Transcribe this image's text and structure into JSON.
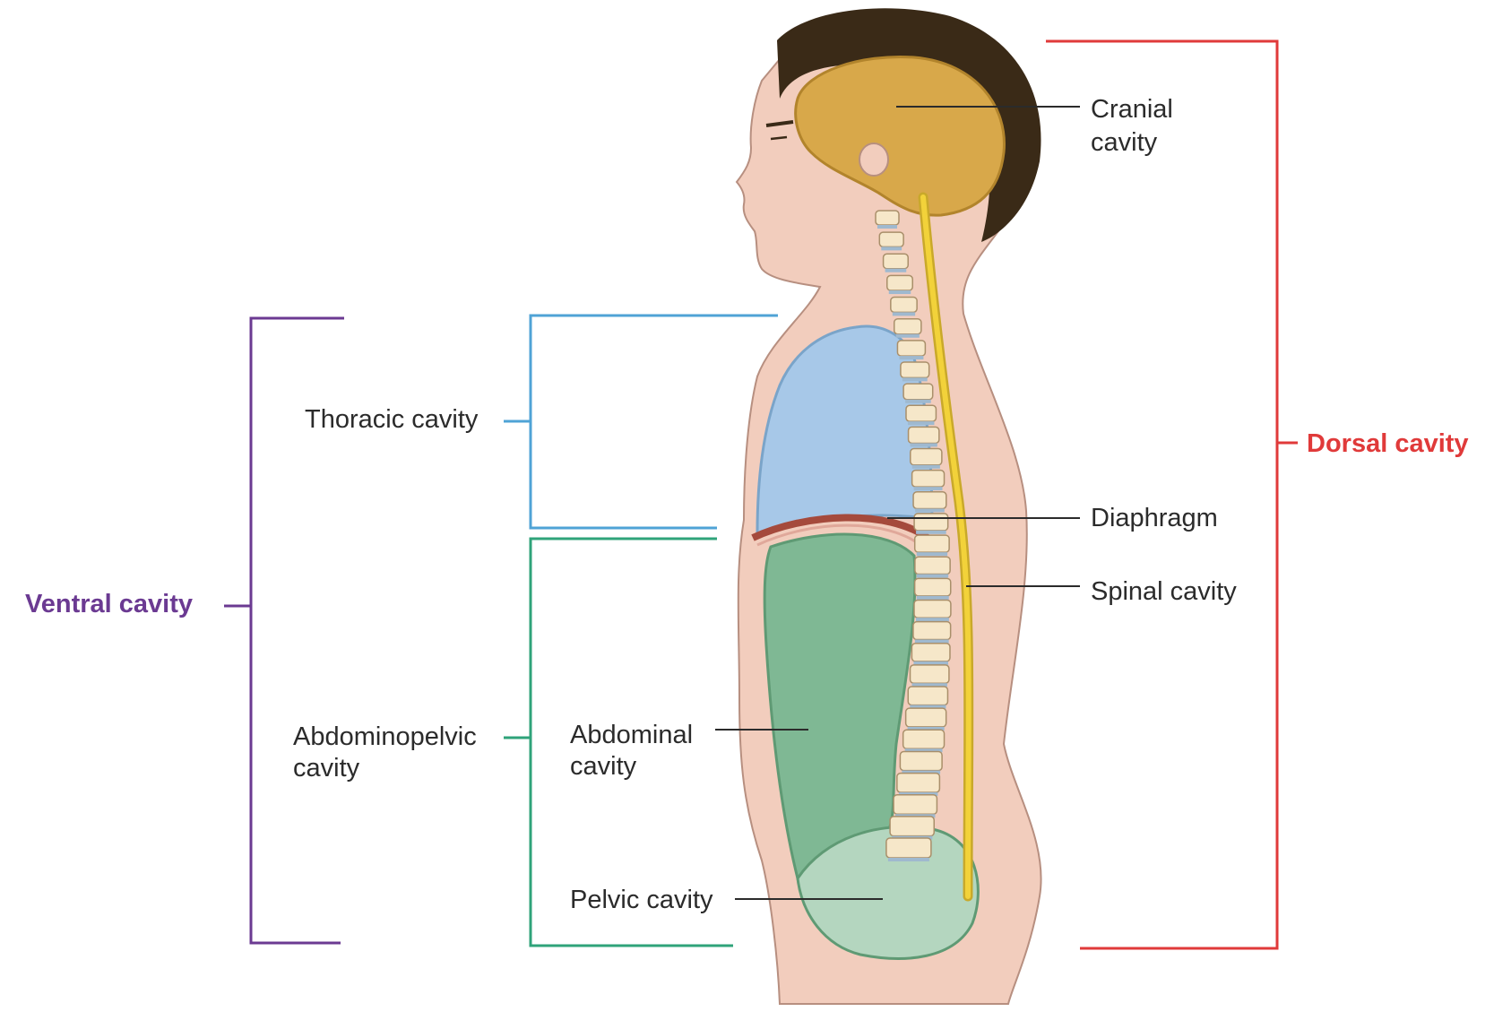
{
  "labels": {
    "cranial_line1": "Cranial",
    "cranial_line2": "cavity",
    "dorsal": "Dorsal cavity",
    "thoracic": "Thoracic cavity",
    "diaphragm": "Diaphragm",
    "spinal": "Spinal cavity",
    "ventral": "Ventral cavity",
    "abdominopelvic_line1": "Abdominopelvic",
    "abdominopelvic_line2": "cavity",
    "abdominal_line1": "Abdominal",
    "abdominal_line2": "cavity",
    "pelvic": "Pelvic cavity"
  },
  "colors": {
    "ventral": "#6b3a92",
    "dorsal": "#e03a3a",
    "thoracic": "#4fa3d6",
    "abdominopelvic": "#2fa37a",
    "cranial_fill": "#d8a84a",
    "thoracic_fill": "#a7c8e8",
    "abdominal_fill": "#7fb894",
    "pelvic_fill": "#b4d6bf",
    "skin": "#f2cdbd",
    "hair": "#3a2a17",
    "spinal_cord": "#f2d23a"
  }
}
